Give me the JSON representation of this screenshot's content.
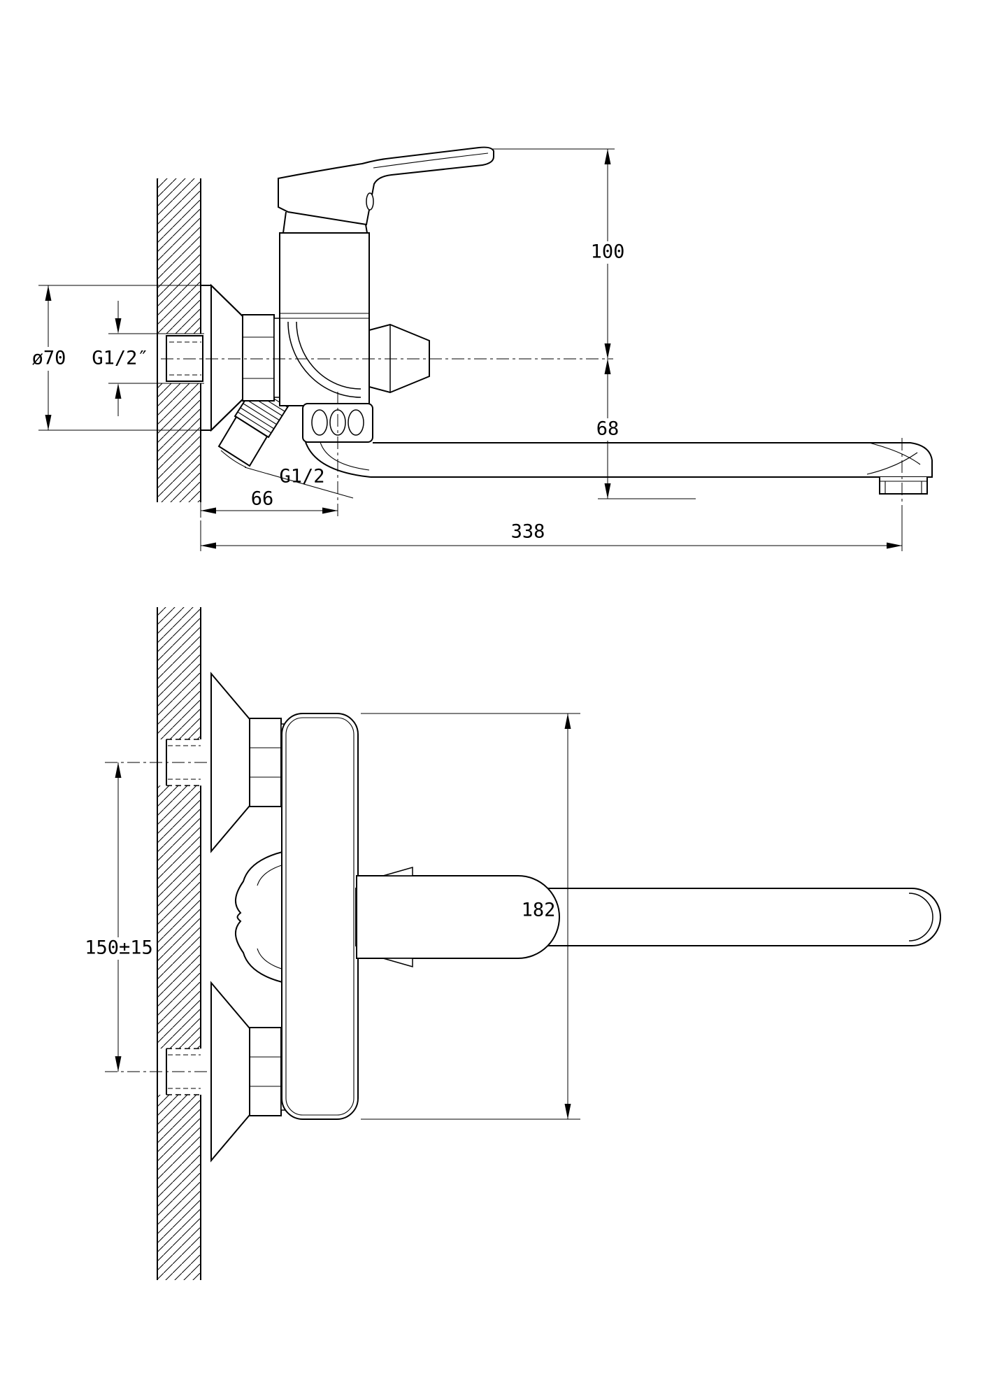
{
  "dims": {
    "d70": "ø70",
    "g12_wall": "G1/2″",
    "d100": "100",
    "d68": "68",
    "g12_shower": "G1/2",
    "d66": "66",
    "d338": "338",
    "d150": "150±15",
    "d182": "182"
  },
  "colors": {
    "line": "#000000",
    "background": "#ffffff"
  }
}
